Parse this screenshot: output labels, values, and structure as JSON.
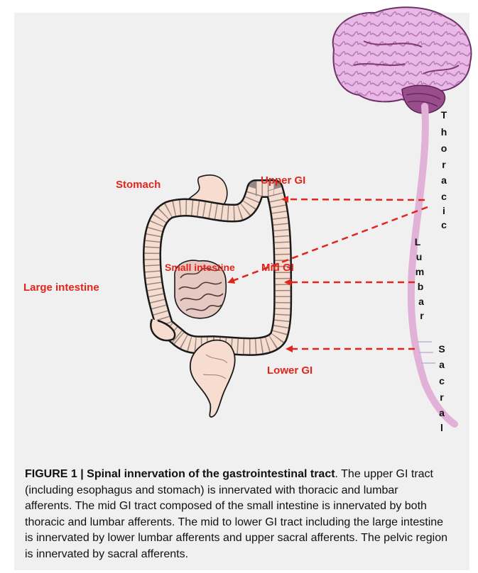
{
  "labels": {
    "stomach": "Stomach",
    "upper_gi": "Upper GI",
    "small_intestine": "Small intestine",
    "mid_gi": "Mid GI",
    "large_intestine": "Large intestine",
    "lower_gi": "Lower GI"
  },
  "spine_labels": {
    "thoracic": [
      "T",
      "h",
      "o",
      "r",
      "a",
      "c",
      "i",
      "c"
    ],
    "lumbar": [
      "L",
      "u",
      "m",
      "b",
      "a",
      "r"
    ],
    "sacral": [
      "S",
      "a",
      "c",
      "r",
      "a",
      "l"
    ]
  },
  "caption": {
    "heading": "FIGURE 1 | Spinal innervation of the gastrointestinal tract",
    "body": ". The upper GI tract (including esophagus and stomach) is innervated with thoracic and lumbar afferents. The mid GI tract composed of the small intestine is innervated by both thoracic and lumbar afferents. The mid to lower GI tract including the large intestine is innervated by lower lumbar afferents and upper sacral afferents. The pelvic region is innervated by sacral afferents."
  },
  "colors": {
    "panel": "#f0f0f0",
    "label_red": "#e1251b",
    "arrow_red": "#e1251b",
    "spinal_cord": "#e2b1d8",
    "brain": "#e9b8e6",
    "cerebellum": "#9a4d8d",
    "intestine": "#f7dcd0",
    "outline": "#1a1a1a"
  }
}
